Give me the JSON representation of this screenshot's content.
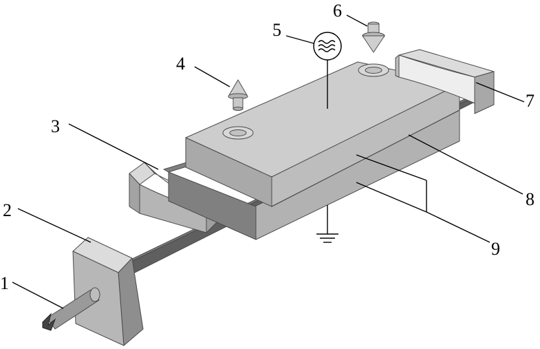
{
  "labels": [
    {
      "id": "1",
      "text": "1"
    },
    {
      "id": "2",
      "text": "2"
    },
    {
      "id": "3",
      "text": "3"
    },
    {
      "id": "4",
      "text": "4"
    },
    {
      "id": "5",
      "text": "5"
    },
    {
      "id": "6",
      "text": "6"
    },
    {
      "id": "7",
      "text": "7"
    },
    {
      "id": "8",
      "text": "8"
    },
    {
      "id": "9",
      "text": "9"
    }
  ],
  "components": [
    {
      "label": "1",
      "icon": "optical-fiber-end"
    },
    {
      "label": "2",
      "icon": "end-block-front"
    },
    {
      "label": "3",
      "icon": "concave-mirror-left"
    },
    {
      "label": "4",
      "icon": "outlet-arrow-up"
    },
    {
      "label": "5",
      "icon": "rf-source-symbol"
    },
    {
      "label": "6",
      "icon": "inlet-arrow-down"
    },
    {
      "label": "7",
      "icon": "concave-mirror-right"
    },
    {
      "label": "8",
      "icon": "gain-slab"
    },
    {
      "label": "9",
      "icon": "electrode-pair"
    }
  ],
  "colors": {
    "top_face": "#cdcdcd",
    "front_face": "#b9b9b9",
    "side_face": "#a4a4a4",
    "slab": "#6e6e6e",
    "outline": "#4a4a4a"
  }
}
